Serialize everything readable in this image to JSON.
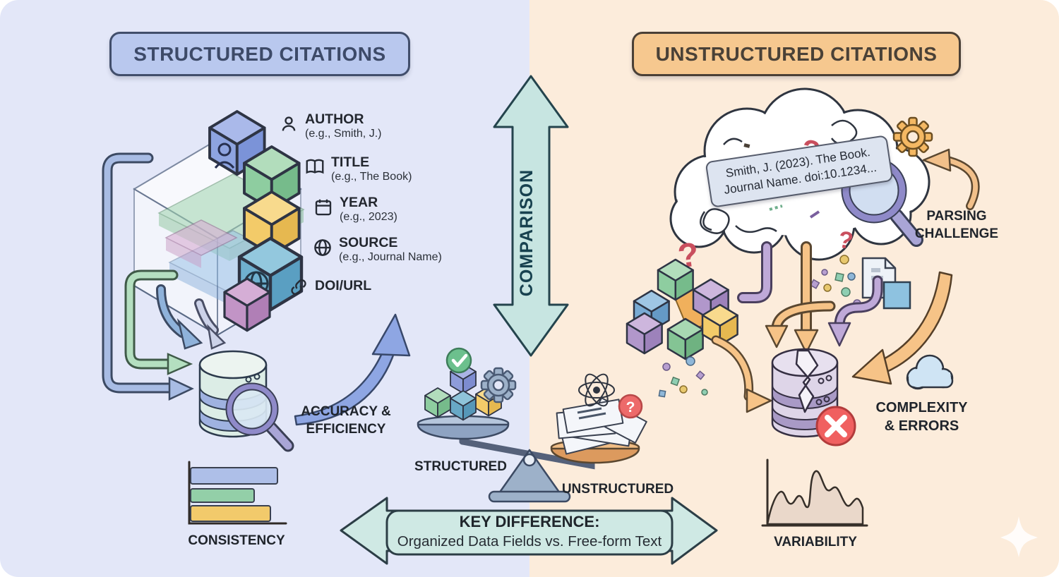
{
  "canvas": {
    "left_bg": "#e3e7f8",
    "right_bg": "#fcecdb"
  },
  "headers": {
    "structured": "STRUCTURED CITATIONS",
    "unstructured": "UNSTRUCTURED CITATIONS"
  },
  "comparison": {
    "label": "COMPARISON"
  },
  "structured_side": {
    "fields": [
      {
        "name": "AUTHOR",
        "example": "(e.g., Smith, J.)"
      },
      {
        "name": "TITLE",
        "example": "(e.g., The Book)"
      },
      {
        "name": "YEAR",
        "example": "(e.g., 2023)"
      },
      {
        "name": "SOURCE",
        "example": "(e.g., Journal Name)"
      },
      {
        "name": "DOI/URL",
        "example": ""
      }
    ],
    "accuracy_line1": "ACCURACY &",
    "accuracy_line2": "EFFICIENCY",
    "consistency_label": "CONSISTENCY",
    "consistency_bars": [
      {
        "color": "#aebfe8",
        "length": 123
      },
      {
        "color": "#93cfa8",
        "length": 90
      },
      {
        "color": "#f2ca6b",
        "length": 113
      }
    ]
  },
  "scale": {
    "left_label": "STRUCTURED",
    "right_label": "UNSTRUCTURED"
  },
  "key_difference": {
    "title": "KEY DIFFERENCE:",
    "subtitle": "Organized Data Fields vs. Free-form Text"
  },
  "unstructured_side": {
    "citation_line1": "Smith, J. (2023). The Book.",
    "citation_line2": "Journal Name. doi:10.1234...",
    "parsing_line1": "PARSING",
    "parsing_line2": "CHALLENGE",
    "complexity_line1": "COMPLEXITY",
    "complexity_line2": "& ERRORS",
    "variability_label": "VARIABILITY"
  },
  "icons": {
    "question_mark": "?"
  },
  "colors": {
    "comparison_arrow": "#c7e5e1",
    "key_banner": "#cfe9e4",
    "structured_pill": "#b9c8ee",
    "unstructured_pill": "#f6c88f",
    "orange_arrow": "#f6c387",
    "purple_arrow": "#bfa9d8",
    "error_red": "#ee6a6a",
    "success_green": "#6cc08d"
  }
}
